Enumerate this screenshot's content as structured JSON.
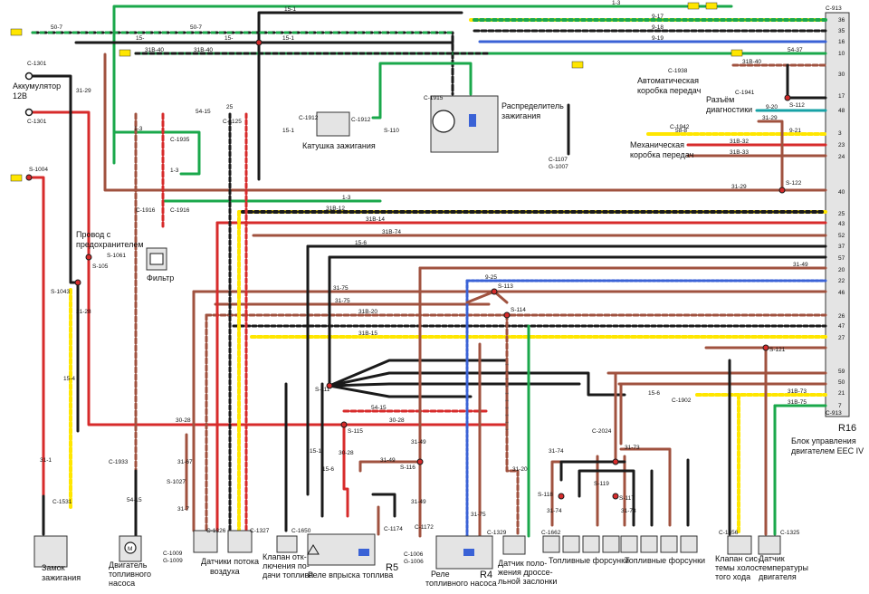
{
  "ecu": {
    "ref": "R16",
    "name_lines": [
      "Блок управления",
      "двигателем EEC IV"
    ],
    "connector_top": "C-913",
    "connector_bottom": "C-913",
    "pins": [
      "36",
      "35",
      "16",
      "10",
      "30",
      "17",
      "48",
      "3",
      "23",
      "24",
      "40",
      "25",
      "43",
      "52",
      "37",
      "57",
      "20",
      "22",
      "46",
      "26",
      "47",
      "27",
      "59",
      "50",
      "21",
      "7"
    ]
  },
  "titles": {
    "battery": [
      "Аккумулятор",
      "12В"
    ],
    "distributor": [
      "Распределитель",
      "зажигания"
    ],
    "coil": "Катушка зажигания",
    "auto_gearbox": [
      "Автоматическая",
      "коробка передач"
    ],
    "manual_gearbox": [
      "Механическая",
      "коробка передач"
    ],
    "diag": [
      "Разъём",
      "диагностики"
    ],
    "fused_wire": [
      "Провод с",
      "предохранителем"
    ],
    "filter": "Фильтр",
    "ignition_switch": [
      "Замок",
      "зажигания"
    ],
    "fuel_pump_motor": [
      "Двигатель",
      "топливного",
      "насоса"
    ],
    "airflow": [
      "Датчики потока",
      "воздуха"
    ],
    "fuel_cutoff": [
      "Клапан отк-",
      "лючения по-",
      "дачи топлива"
    ],
    "relay_r5": "Реле впрыска топлива",
    "r5": "R5",
    "relay_r4": [
      "Реле",
      "топливного насоса"
    ],
    "r4": "R4",
    "throttle": [
      "Датчик поло-",
      "жения дроссе-",
      "льной заслонки"
    ],
    "injectors_1": "Топливные форсунки",
    "injectors_2": "Топливные форсунки",
    "idle_valve": [
      "Клапан сис-",
      "темы холос-",
      "того хода"
    ],
    "temp_sensor": [
      "Датчик",
      "температуры",
      "двигателя"
    ]
  },
  "connectors": [
    "C-1301",
    "C-1301",
    "S-1004",
    "C-1935",
    "C-1125",
    "C-1912",
    "C-1912",
    "C-1915",
    "C-1107",
    "G-1007",
    "C-1938",
    "C-1941",
    "C-1942",
    "C-1916",
    "C-1916",
    "S-1061",
    "S-105",
    "S-1043",
    "S-111",
    "S-113",
    "S-114",
    "S-112",
    "S-122",
    "S-121",
    "S-115",
    "S-116",
    "S-117",
    "S-118",
    "S-119",
    "C-2024",
    "C-1902",
    "C-1933",
    "S-1027",
    "C-1009",
    "G-1009",
    "C-1326",
    "C-1327",
    "C-1650",
    "C-1174",
    "C-1172",
    "C-1006",
    "G-1006",
    "C-1329",
    "C-1662",
    "C-1656",
    "C-1325",
    "C-1531"
  ],
  "wire_labels": [
    "50-7",
    "50-7",
    "15-",
    "15-",
    "15-1",
    "15-1",
    "31B-40",
    "31B-40",
    "54-15",
    "25",
    "1-3",
    "1-3",
    "1-3",
    "15-1",
    "S-110",
    "31-29",
    "31-29",
    "31B-12",
    "31B-14",
    "31B-74",
    "15-6",
    "31-75",
    "31-75",
    "9-25",
    "31B-20",
    "31B-15",
    "31-28",
    "30-28",
    "15-4",
    "31-1",
    "31-67",
    "31-7",
    "54-15",
    "30-28",
    "54-15",
    "15-1",
    "15-6",
    "30-28",
    "31-49",
    "31-49",
    "31-49",
    "31-20",
    "31-75",
    "31-74",
    "31-73",
    "15-6",
    "31-74",
    "31-73",
    "31B-73",
    "31B-75",
    "31B-32",
    "31B-33",
    "9-21",
    "58-8",
    "9-20",
    "9-17",
    "9-18",
    "9-19",
    "54-37",
    "31-29",
    "31-49",
    "1-3",
    "31B-40"
  ],
  "colors": {
    "red": "#d72b2b",
    "brown": "#a0523f",
    "black": "#1a1a1a",
    "green": "#1aa84b",
    "yellow": "#ffe600",
    "blue": "#3a62d6",
    "teal": "#17a2a6",
    "grey": "#9a9a9a",
    "ecu_fill": "#e4e4e4"
  }
}
